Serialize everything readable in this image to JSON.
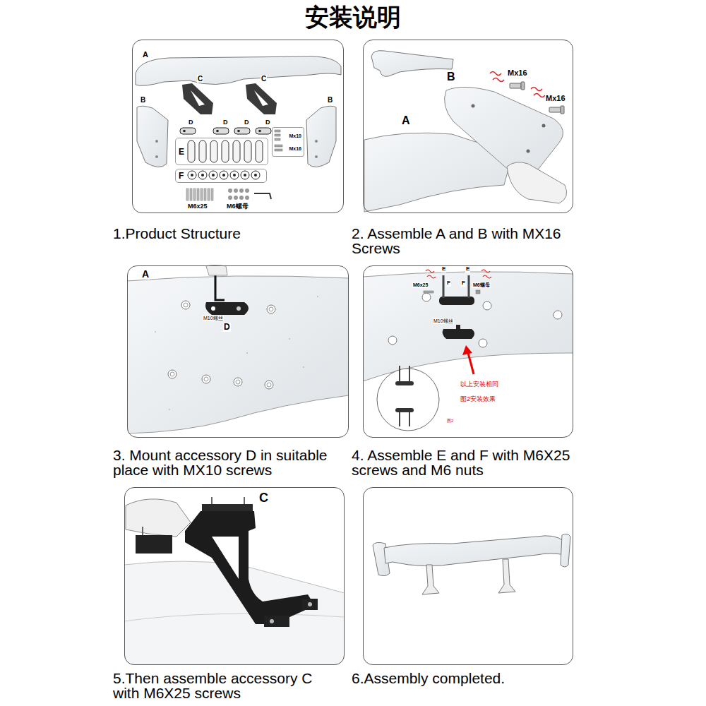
{
  "diagram": {
    "title": "安装说明",
    "nodes": [
      {
        "text": [
          "1.Product Structure"
        ]
      },
      {
        "text": [
          "E"
        ],
        "in": 0
      },
      {
        "text": [
          "F"
        ],
        "in": 0
      },
      {
        "text": [
          "Mx10",
          "Mx16"
        ],
        "in": 0
      },
      {
        "text": [
          "2. Assemble A and B with MX16 Screws"
        ]
      },
      {
        "text": [
          "3. Mount accessory D in suitable place with MX10 screws"
        ]
      },
      {
        "text": [
          "4. Assemble E and F with M6X25 screws and M6 nuts"
        ]
      },
      {
        "text": [
          "5.Then assemble accessory C with M6X25 screws"
        ]
      },
      {
        "text": [
          "6.Assembly completed."
        ]
      }
    ],
    "labels": [
      "A",
      "C",
      "C",
      "B",
      "B",
      "D",
      "D",
      "D",
      "D",
      "M6x25",
      "M6螺母",
      "Mx16",
      "Mx16",
      "B",
      "A",
      "A",
      "M10螺丝",
      "D",
      "E",
      "E",
      "F",
      "F",
      "M6x25",
      "M6螺母",
      "M10螺丝",
      "以上安装相同",
      "图2安装效果",
      "图2",
      "C"
    ]
  }
}
